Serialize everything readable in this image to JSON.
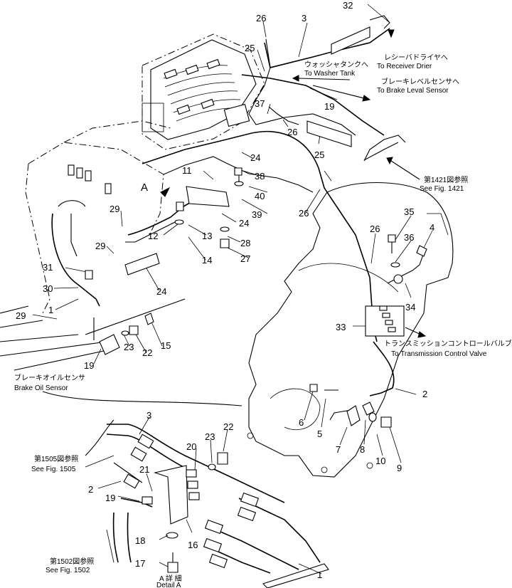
{
  "part_numbers": [
    "1",
    "2",
    "3",
    "4",
    "5",
    "6",
    "7",
    "8",
    "9",
    "10",
    "11",
    "12",
    "13",
    "14",
    "15",
    "16",
    "17",
    "18",
    "19",
    "20",
    "21",
    "22",
    "23",
    "24",
    "25",
    "26",
    "27",
    "28",
    "29",
    "30",
    "31",
    "32",
    "33",
    "34",
    "35",
    "36",
    "37",
    "38",
    "39",
    "40"
  ],
  "view_marker": "A",
  "callouts": {
    "receiver_drier_jp": "レシーバドライヤへ",
    "receiver_drier_en": "To Receiver Drier",
    "washer_tank_jp": "ウォッシャタンクへ",
    "washer_tank_en": "To Washer Tank",
    "brake_level_jp": "ブレーキレベルセンサへ",
    "brake_level_en": "To Brake Leval Sensor",
    "fig1421_jp": "第1421図参照",
    "fig1421_en": "See Fig. 1421",
    "transmission_jp": "トランスミッションコントロールバルブへ",
    "transmission_en": "To Transmission Control Valve",
    "brake_oil_jp": "ブレーキオイルセンサ",
    "brake_oil_en": "Brake Oil Sensor",
    "fig1505_jp": "第1505図参照",
    "fig1505_en": "See Fig. 1505",
    "fig1502_jp": "第1502図参照",
    "fig1502_en": "See Fig. 1502",
    "detail_jp": "A 詳 細",
    "detail_en": "Detail A"
  }
}
